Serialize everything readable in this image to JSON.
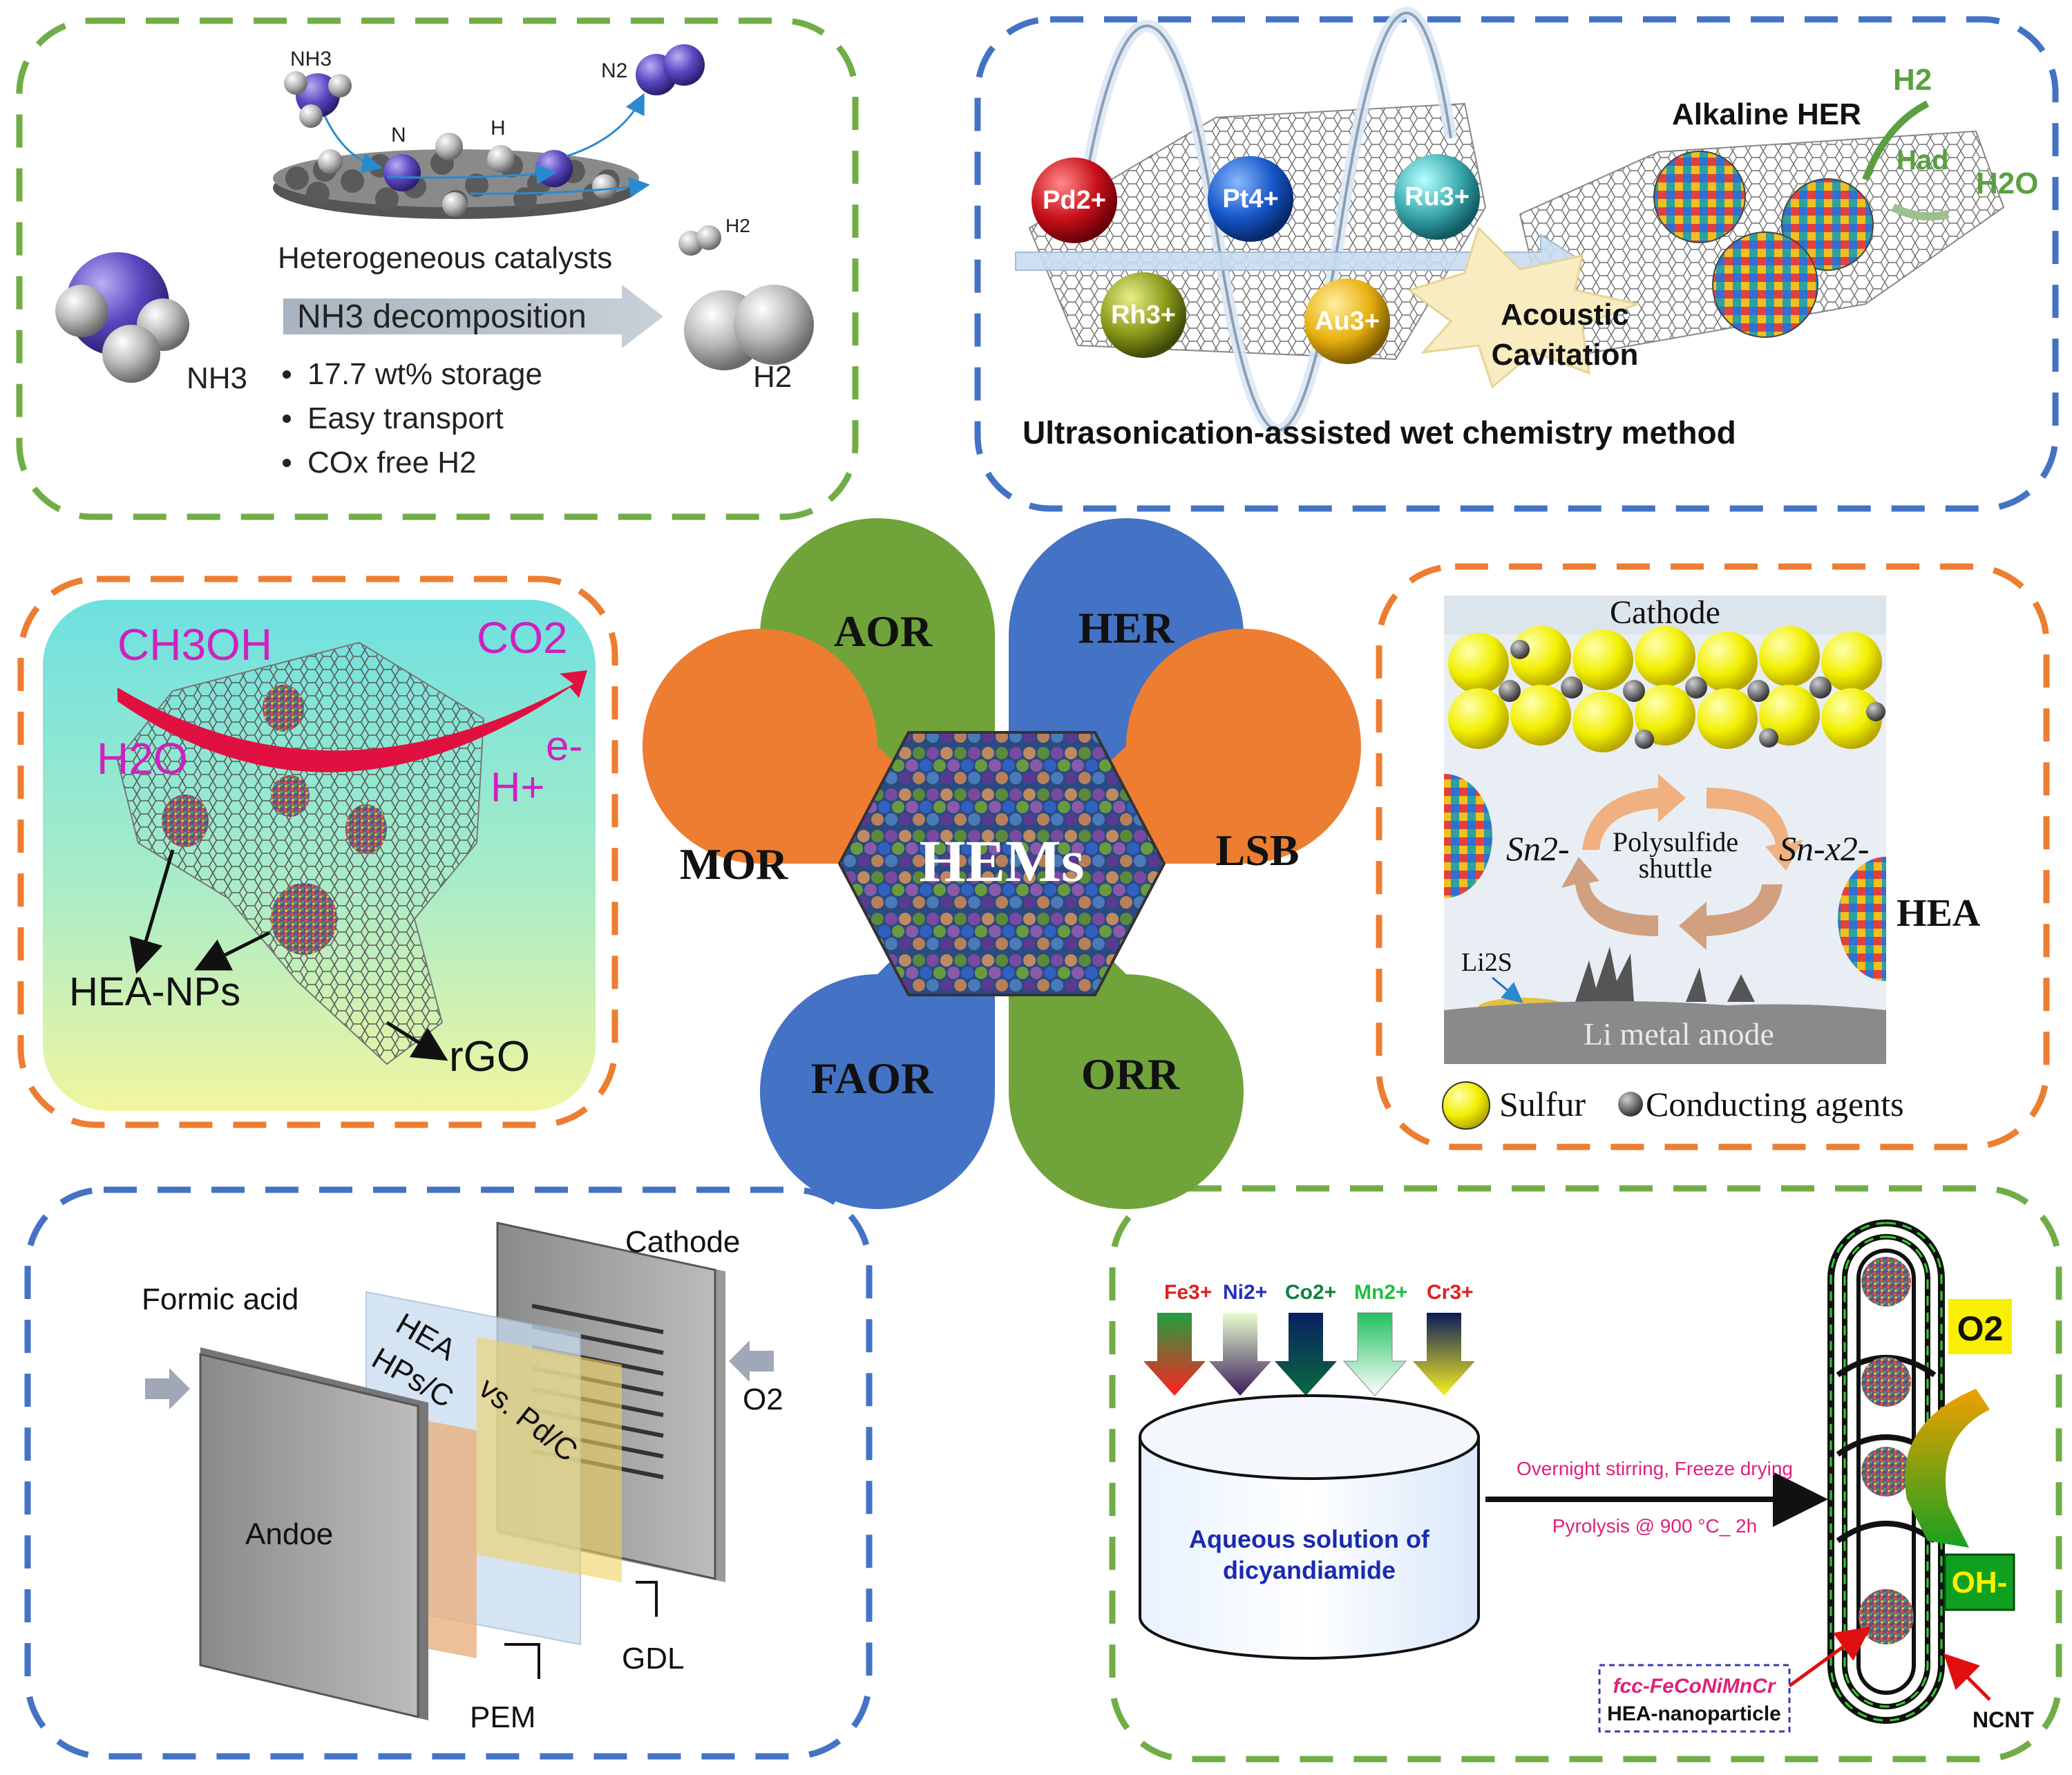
{
  "petals": {
    "aor": "AOR",
    "her": "HER",
    "mor": "MOR",
    "lsb": "LSB",
    "faor": "FAOR",
    "orr": "ORR",
    "center": "HEMs"
  },
  "ammonia": {
    "nh3_small": "NH3",
    "n_label": "N",
    "h_label": "H",
    "n2_label": "N2",
    "h2_small": "H2",
    "catalyst": "Heterogeneous catalysts",
    "decomposition": "NH3 decomposition",
    "nh3_large": "NH3",
    "h2_large": "H2",
    "bullets": [
      "17.7  wt% storage",
      "Easy transport",
      "COx free H2"
    ]
  },
  "her_panel": {
    "ions": [
      "Pd2+",
      "Pt4+",
      "Ru3+",
      "Rh3+",
      "Au3+"
    ],
    "alkaline": "Alkaline HER",
    "h2": "H2",
    "had": "Had",
    "h2o": "H2O",
    "cavitation_line1": "Acoustic",
    "cavitation_line2": "Cavitation",
    "method": "Ultrasonication-assisted wet chemistry method"
  },
  "mor_panel": {
    "ch3oh": "CH3OH",
    "co2": "CO2",
    "h2o": "H2O",
    "e": "e-",
    "h": "H+",
    "hea_nps": "HEA-NPs",
    "rgo": "rGO"
  },
  "lsb_panel": {
    "cathode": "Cathode",
    "sn": "Sn2-",
    "snx": "Sn-x2-",
    "shuttle_line1": "Polysulfide",
    "shuttle_line2": "shuttle",
    "hea": "HEA",
    "li2s": "Li2S",
    "anode": "Li metal anode",
    "legend_sulfur": "Sulfur",
    "legend_conducting": "Conducting agents"
  },
  "faor_panel": {
    "cathode": "Cathode",
    "formic": "Formic acid",
    "o2": "O2",
    "hea_line1": "HEA",
    "hea_line2": "HPs/C",
    "vs": "vs. Pd/C",
    "anode": "Andoe",
    "gdl": "GDL",
    "pem": "PEM"
  },
  "orr_panel": {
    "ions": [
      "Fe3+",
      "Ni2+",
      "Co2+",
      "Mn2+",
      "Cr3+"
    ],
    "ion_colors": [
      "#e02020",
      "#2030c0",
      "#108040",
      "#20c040",
      "#e02020"
    ],
    "solution_line1": "Aqueous solution of",
    "solution_line2": "dicyandiamide",
    "step1": "Overnight stirring, Freeze drying",
    "step2": "Pyrolysis @ 900 °C_ 2h",
    "o2": "O2",
    "oh": "OH-",
    "np_line1": "fcc-FeCoNiMnCr",
    "np_line2": "HEA-nanoparticle",
    "ncnt": "NCNT"
  },
  "colors": {
    "green": "#70ad47",
    "blue": "#4472c4",
    "orange": "#ed7d31",
    "petal_green": "#70a33a",
    "petal_blue": "#4472c4",
    "petal_orange": "#ed7d31"
  }
}
